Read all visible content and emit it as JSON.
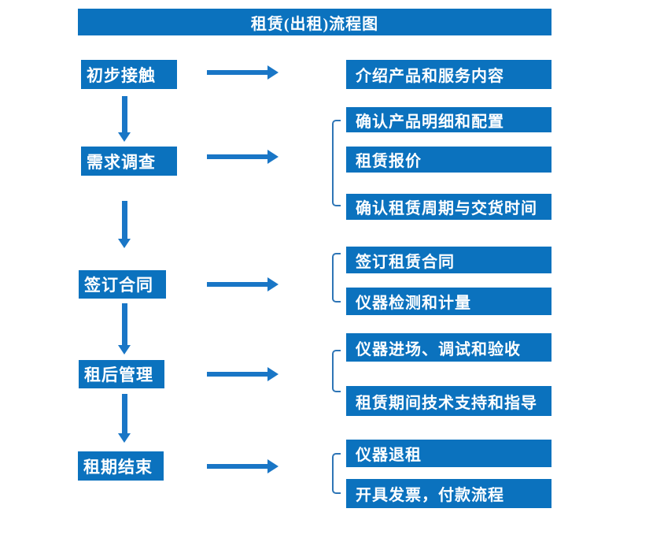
{
  "title": "租赁(出租)流程图",
  "colors": {
    "box_blue": "#0b72be",
    "arrow_blue": "#1976c6",
    "bracket_blue": "#2e75b6",
    "text_white": "#ffffff"
  },
  "flow": {
    "stages": [
      {
        "label": "初步接触",
        "outputs": [
          "介绍产品和服务内容"
        ]
      },
      {
        "label": "需求调查",
        "outputs": [
          "确认产品明细和配置",
          "租赁报价",
          "确认租赁周期与交货时间"
        ]
      },
      {
        "label": "签订合同",
        "outputs": [
          "签订租赁合同",
          "仪器检测和计量"
        ]
      },
      {
        "label": "租后管理",
        "outputs": [
          "仪器进场、调试和验收",
          "租赁期间技术支持和指导"
        ]
      },
      {
        "label": "租期结束",
        "outputs": [
          "仪器退租",
          "开具发票，付款流程"
        ]
      }
    ]
  }
}
